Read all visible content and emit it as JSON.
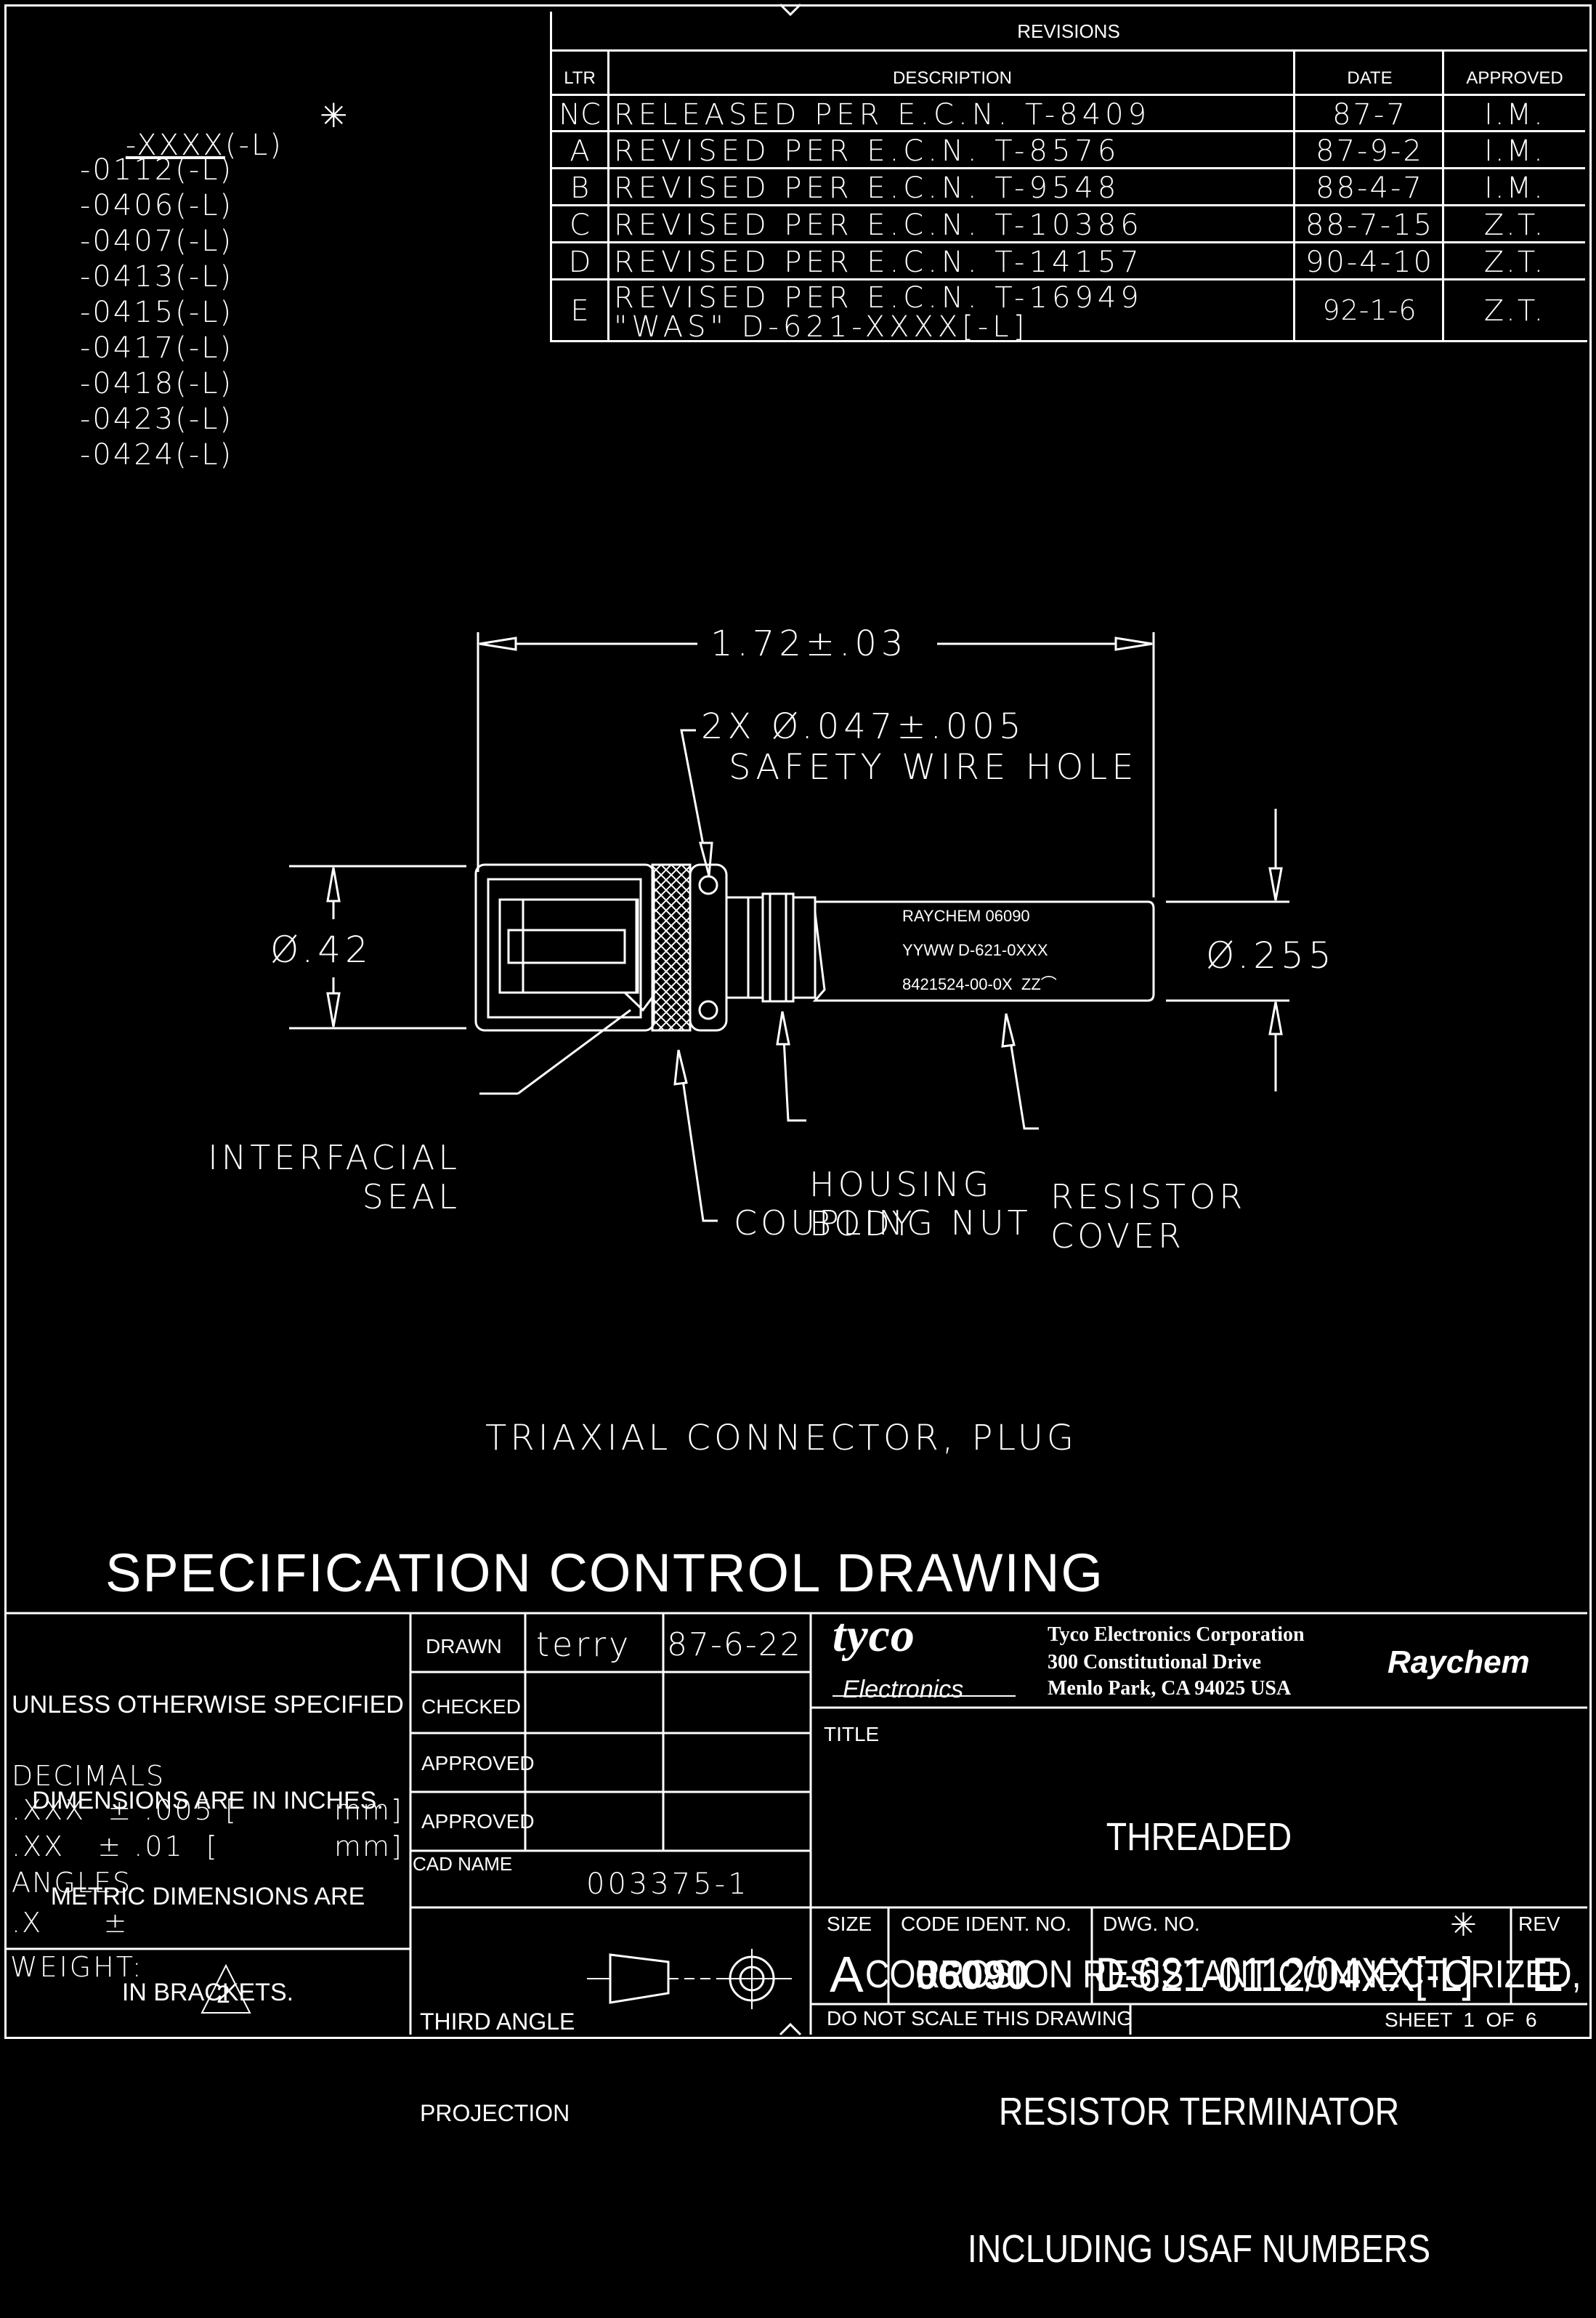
{
  "revisions": {
    "title": "REVISIONS",
    "headers": {
      "ltr": "LTR",
      "description": "DESCRIPTION",
      "date": "DATE",
      "approved": "APPROVED"
    },
    "rows": [
      {
        "ltr": "NC",
        "description": "RELEASED PER E.C.N. T-8409",
        "date": "87-7",
        "approved": "I.M."
      },
      {
        "ltr": "A",
        "description": "REVISED PER E.C.N. T-8576",
        "date": "87-9-2",
        "approved": "I.M."
      },
      {
        "ltr": "B",
        "description": "REVISED PER E.C.N. T-9548",
        "date": "88-4-7",
        "approved": "I.M."
      },
      {
        "ltr": "C",
        "description": "REVISED PER E.C.N. T-10386",
        "date": "88-7-15",
        "approved": "Z.T."
      },
      {
        "ltr": "D",
        "description": "REVISED PER E.C.N. T-14157",
        "date": "90-4-10",
        "approved": "Z.T."
      },
      {
        "ltr": "E",
        "description": "REVISED PER E.C.N. T-16949",
        "description2": "\"WAS\" D-621-XXXX[-L]",
        "date": "92-1-6",
        "approved": "Z.T."
      }
    ]
  },
  "part_list": {
    "header": "-XXXX",
    "header_suffix": "(-L)",
    "star": "✳",
    "items": [
      "-0112(-L)",
      "-0406(-L)",
      "-0407(-L)",
      "-0413(-L)",
      "-0415(-L)",
      "-0417(-L)",
      "-0418(-L)",
      "-0423(-L)",
      "-0424(-L)"
    ]
  },
  "drawing": {
    "length_dim": "1.72±.03",
    "hole_callout_1": "2X Ø.047±.005",
    "hole_callout_2": "SAFETY WIRE HOLE",
    "dia_left": "Ø.42",
    "dia_right": "Ø.255",
    "marking_1": "RAYCHEM 06090",
    "marking_2": "YYWW D-621-0XXX",
    "marking_3": "8421524-00-0X  ZZ⌒",
    "label_seal_1": "INTERFACIAL",
    "label_seal_2": "SEAL",
    "label_housing_1": "HOUSING",
    "label_housing_2": "BODY",
    "label_resistor_1": "RESISTOR",
    "label_resistor_2": "COVER",
    "label_nut": "COUPLING NUT",
    "caption": "TRIAXIAL CONNECTOR, PLUG"
  },
  "spec_title": "SPECIFICATION CONTROL DRAWING",
  "title_block": {
    "notes": [
      "UNLESS OTHERWISE SPECIFIED",
      "DIMENSIONS ARE IN INCHES.",
      "METRIC DIMENSIONS ARE",
      "IN BRACKETS."
    ],
    "decimals_label": "DECIMALS",
    "tol_xxx": ".XXX  ± .005 [",
    "tol_xx": ".XX   ± .01  [",
    "mm": "mm]",
    "angles_label": "ANGLES",
    "angles_tol": ".X      ±",
    "weight_label": "WEIGHT:",
    "weight_symbol": "2",
    "drawn_label": "DRAWN",
    "drawn_by": "terry",
    "drawn_date": "87-6-22",
    "checked_label": "CHECKED",
    "approved_label": "APPROVED",
    "approved_label_2": "APPROVED",
    "cad_name_label": "CAD NAME",
    "cad_name": "003375-1",
    "projection_1": "THIRD ANGLE",
    "projection_2": "PROJECTION",
    "company_logo": "tyco",
    "company_sub": "Electronics",
    "company_name": "Tyco Electronics Corporation",
    "company_addr_1": "300 Constitutional Drive",
    "company_addr_2": "Menlo Park, CA 94025 USA",
    "brand": "Raychem",
    "title_label": "TITLE",
    "title_lines": [
      "THREADED",
      "CORROSION RESISTANT CONNECTORIZED,",
      "RESISTOR TERMINATOR",
      "INCLUDING USAF NUMBERS"
    ],
    "size_label": "SIZE",
    "size": "A",
    "code_ident_label": "CODE IDENT. NO.",
    "code_ident": "06090",
    "dwg_no_label": "DWG. NO.",
    "dwg_no": "D-621-0112/04XX[-L]",
    "dwg_star": "✳",
    "rev_label": "REV",
    "rev": "E",
    "do_not_scale": "DO NOT SCALE THIS DRAWING",
    "sheet": "SHEET  1  OF  6"
  }
}
